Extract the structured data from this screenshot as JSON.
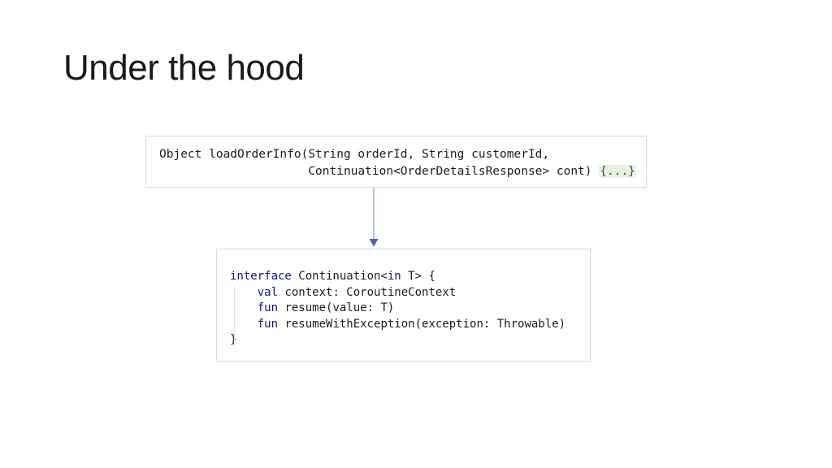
{
  "slide": {
    "title": "Under the hood",
    "colors": {
      "title": "#1a1a1a",
      "code_text": "#1c1c1c",
      "keyword": "#10108c",
      "box_border": "#dadada",
      "folded_bg": "#e7f3e0",
      "folded_text": "#3f4a3c",
      "arrow_line": "#94abd5",
      "arrow_head": "#3f62ae",
      "indent_guide": "#dfe3ef"
    },
    "code_box_1": {
      "lines": [
        {
          "plain": "Object loadOrderInfo(String orderId, String customerId,"
        },
        {
          "plain": "                     Continuation<OrderDetailsResponse> cont) ",
          "folded": "{...}"
        }
      ]
    },
    "code_box_2": {
      "lines": [
        {
          "kw": "interface",
          "mid": " Continuation<",
          "kw2": "in",
          "tail": " T> {"
        },
        {
          "head": "    ",
          "kw": "val",
          "tail": " context: CoroutineContext"
        },
        {
          "head": "    ",
          "kw": "fun",
          "tail": " resume(value: T)"
        },
        {
          "head": "    ",
          "kw": "fun",
          "tail": " resumeWithException(exception: Throwable)"
        },
        {
          "plain": "}"
        }
      ]
    },
    "arrow": {
      "direction": "down"
    }
  }
}
